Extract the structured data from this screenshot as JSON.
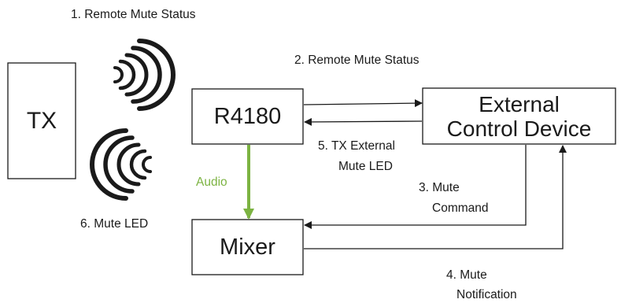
{
  "blocks": {
    "tx": "TX",
    "r4180": "R4180",
    "mixer": "Mixer",
    "ext_line1": "External",
    "ext_line2": "Control Device"
  },
  "labels": {
    "l1": "1. Remote Mute Status",
    "l2": "2. Remote Mute Status",
    "l3a": "3. Mute",
    "l3b": "Command",
    "l4a": "4. Mute",
    "l4b": "Notification",
    "l5a": "5. TX External",
    "l5b": "Mute LED",
    "l6": "6. Mute LED",
    "audio": "Audio"
  },
  "colors": {
    "audio": "#7cb342",
    "line": "#1a1a1a"
  },
  "icons": {
    "wave_out": "radio-waves-icon",
    "wave_in": "radio-waves-icon"
  }
}
